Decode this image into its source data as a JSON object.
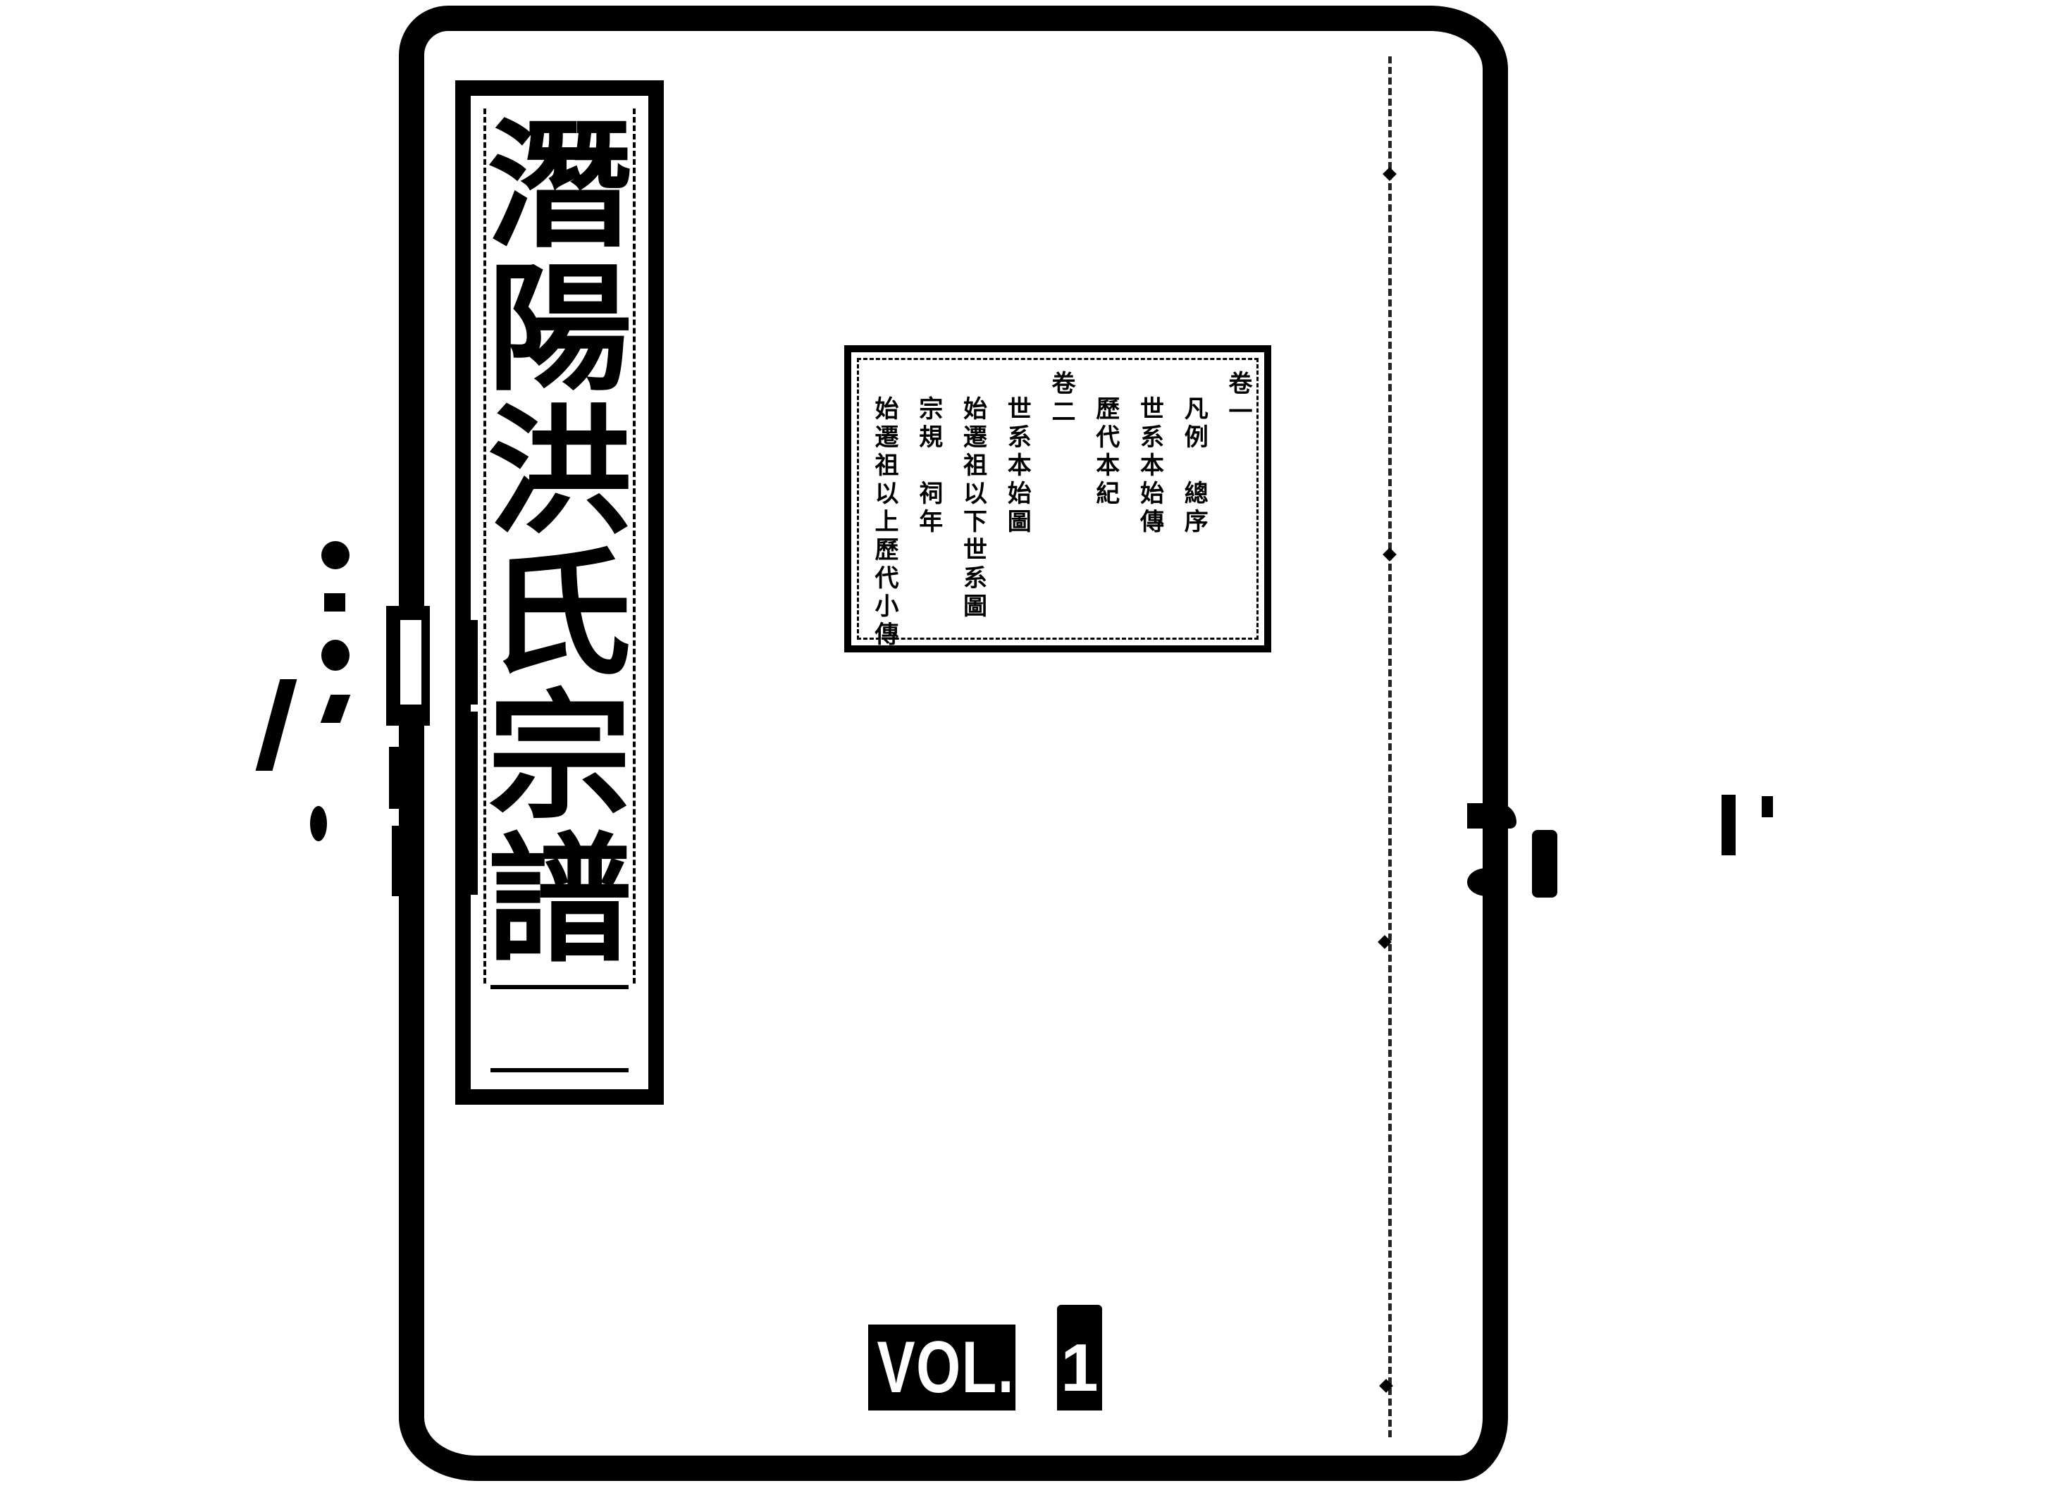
{
  "document": {
    "type": "scanned book cover",
    "title_slip": {
      "text": "潛陽洪氏宗譜",
      "characters": [
        "潛",
        "陽",
        "洪",
        "氏",
        "宗",
        "譜"
      ],
      "script": "seal script"
    },
    "table_of_contents": {
      "columns": [
        {
          "kind": "head",
          "text": "卷一"
        },
        {
          "kind": "item",
          "text": "凡例　總序"
        },
        {
          "kind": "item",
          "text": "世系本始傳"
        },
        {
          "kind": "item",
          "text": "歷代本紀"
        },
        {
          "kind": "head",
          "text": "卷二"
        },
        {
          "kind": "item",
          "text": "世系本始圖"
        },
        {
          "kind": "item",
          "text": "始遷祖以下世系圖"
        },
        {
          "kind": "item",
          "text": "宗規　祠年"
        },
        {
          "kind": "item",
          "text": "始遷祖以上歷代小傳"
        }
      ]
    },
    "volume_label": {
      "prefix": "VOL.",
      "number": "1"
    },
    "colors": {
      "ink": "#000000",
      "paper": "#ffffff"
    }
  }
}
